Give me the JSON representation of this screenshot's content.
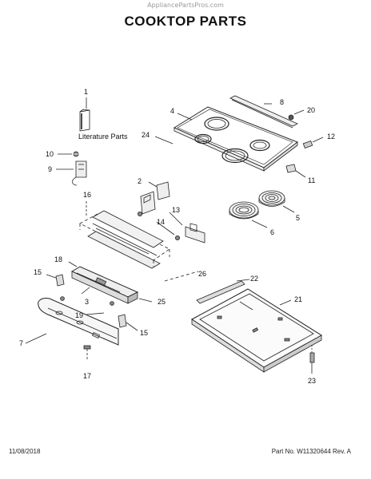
{
  "header": {
    "watermark": "AppliancePartsPros.com",
    "title": "COOKTOP PARTS"
  },
  "labels": {
    "p1": "1",
    "p2": "2",
    "p3": "3",
    "p4": "4",
    "p5": "5",
    "p6": "6",
    "p7": "7",
    "p8": "8",
    "p9": "9",
    "p10": "10",
    "p11": "11",
    "p12": "12",
    "p13": "13",
    "p14": "14",
    "p15a": "15",
    "p15b": "15",
    "p16": "16",
    "p17": "17",
    "p18": "18",
    "p19": "19",
    "p20": "20",
    "p21": "21",
    "p22": "22",
    "p23": "23",
    "p24": "24",
    "p25": "25",
    "p26": "26"
  },
  "literature_text": "Literature Parts",
  "footer": {
    "date": "11/08/2018",
    "part_info": "Part No. W11320644  Rev. A"
  }
}
